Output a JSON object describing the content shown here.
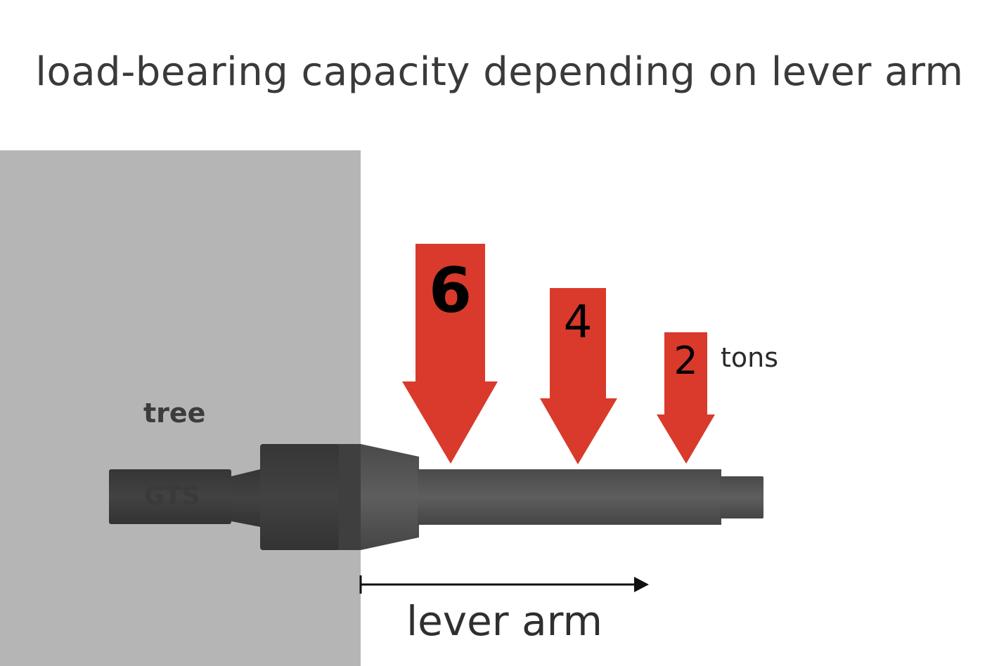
{
  "title": "load-bearing capacity depending on lever arm",
  "labels": {
    "tree": "tree",
    "gts": "GTS",
    "tons": "tons",
    "lever_arm": "lever arm"
  },
  "loads": [
    {
      "value": "6"
    },
    {
      "value": "4"
    },
    {
      "value": "2"
    }
  ],
  "colors": {
    "tree": "#b5b5b5",
    "arrow": "#d93a2b",
    "bolt_dark": "#3c3c3c",
    "bolt_mid": "#595959"
  }
}
